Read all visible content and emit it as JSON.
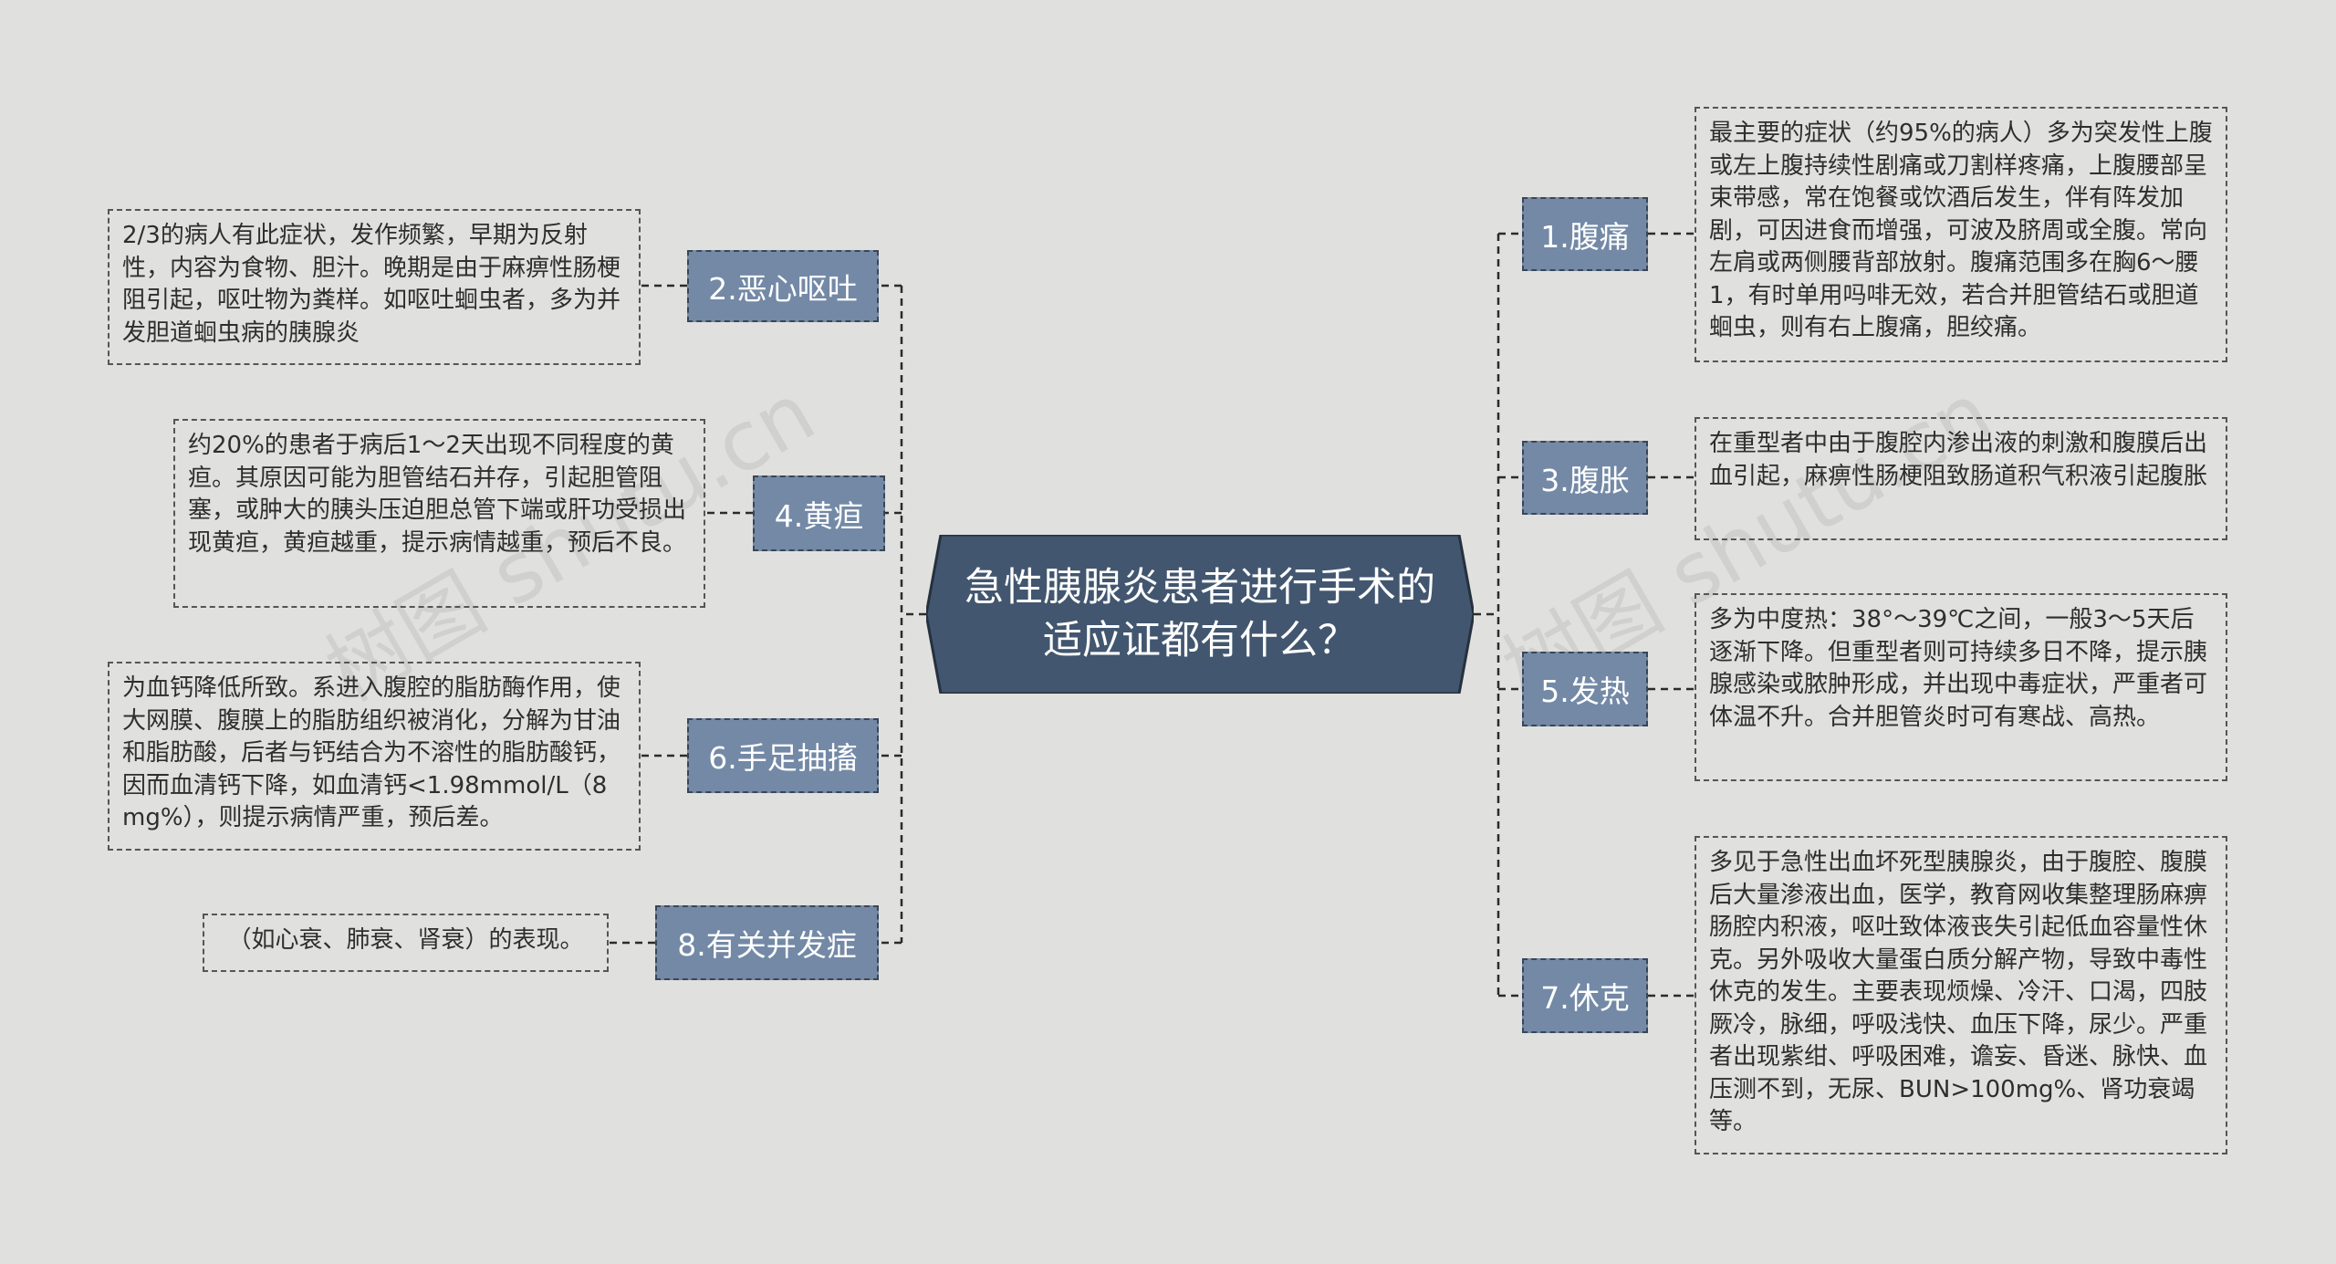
{
  "center": {
    "title": "急性胰腺炎患者进行手术的适应证都有什么？"
  },
  "branches": {
    "b1": {
      "label": "1.腹痛",
      "note": "最主要的症状（约95%的病人）多为突发性上腹或左上腹持续性剧痛或刀割样疼痛，上腹腰部呈束带感，常在饱餐或饮酒后发生，伴有阵发加剧，可因进食而增强，可波及脐周或全腹。常向左肩或两侧腰背部放射。腹痛范围多在胸6～腰1，有时单用吗啡无效，若合并胆管结石或胆道蛔虫，则有右上腹痛，胆绞痛。"
    },
    "b2": {
      "label": "2.恶心呕吐",
      "note": "2/3的病人有此症状，发作频繁，早期为反射性，内容为食物、胆汁。晚期是由于麻痹性肠梗阻引起，呕吐物为粪样。如呕吐蛔虫者，多为并发胆道蛔虫病的胰腺炎"
    },
    "b3": {
      "label": "3.腹胀",
      "note": "在重型者中由于腹腔内渗出液的刺激和腹膜后出血引起，麻痹性肠梗阻致肠道积气积液引起腹胀"
    },
    "b4": {
      "label": "4.黄疸",
      "note": "约20%的患者于病后1～2天出现不同程度的黄疸。其原因可能为胆管结石并存，引起胆管阻塞，或肿大的胰头压迫胆总管下端或肝功受损出现黄疸，黄疸越重，提示病情越重，预后不良。"
    },
    "b5": {
      "label": "5.发热",
      "note": "多为中度热：38°～39℃之间，一般3～5天后逐渐下降。但重型者则可持续多日不降，提示胰腺感染或脓肿形成，并出现中毒症状，严重者可体温不升。合并胆管炎时可有寒战、高热。"
    },
    "b6": {
      "label": "6.手足抽搐",
      "note": "为血钙降低所致。系进入腹腔的脂肪酶作用，使大网膜、腹膜上的脂肪组织被消化，分解为甘油和脂肪酸，后者与钙结合为不溶性的脂肪酸钙，因而血清钙下降，如血清钙<1.98mmol/L（8mg%），则提示病情严重，预后差。"
    },
    "b7": {
      "label": "7.休克",
      "note": "多见于急性出血坏死型胰腺炎，由于腹腔、腹膜后大量渗液出血，医学，教育网收集整理肠麻痹肠腔内积液，呕吐致体液丧失引起低血容量性休克。另外吸收大量蛋白质分解产物，导致中毒性休克的发生。主要表现烦燥、冷汗、口渴，四肢厥冷，脉细，呼吸浅快、血压下降，尿少。严重者出现紫绀、呼吸困难，谵妄、昏迷、脉快、血压测不到，无尿、BUN>100mg%、肾功衰竭等。"
    },
    "b8": {
      "label": "8.有关并发症",
      "note": "（如心衰、肺衰、肾衰）的表现。"
    }
  },
  "watermark": {
    "text": "树图 shutu.cn"
  },
  "colors": {
    "background": "#e0e0de",
    "center_fill": "#42566f",
    "branch_fill": "#7389a6",
    "line": "#2b2b2b",
    "note_text": "#2e2e2e"
  }
}
